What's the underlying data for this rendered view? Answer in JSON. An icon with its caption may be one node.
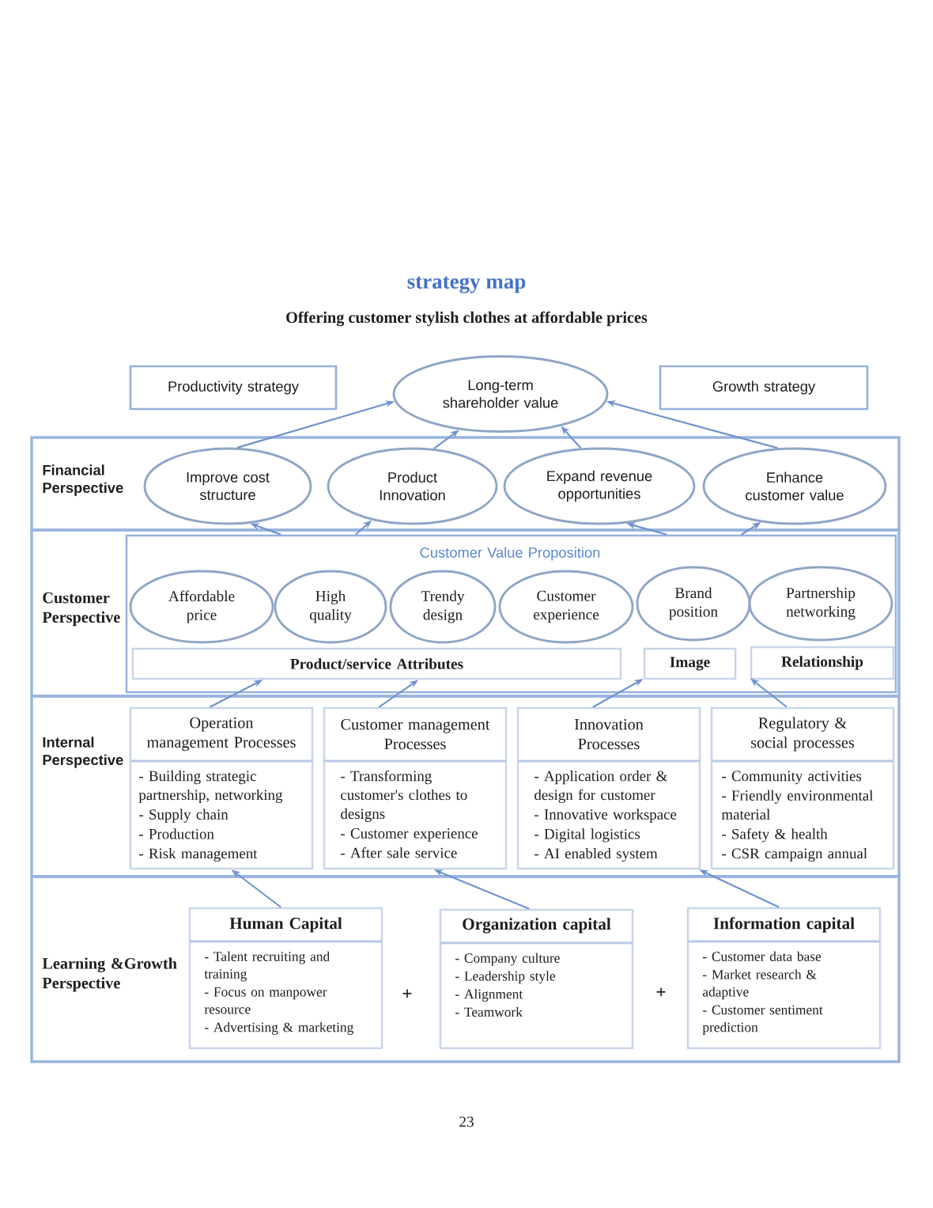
{
  "diagram": {
    "title": "strategy map",
    "nodes": [
      {
        "text": [
          "Productivity strategy"
        ]
      },
      {
        "text": [
          "Long-term shareholder value"
        ]
      },
      {
        "text": [
          "Growth strategy"
        ]
      },
      {
        "text": [
          "Financial Perspective"
        ]
      },
      {
        "text": [
          "Improve cost structure"
        ],
        "in": 3
      },
      {
        "text": [
          "Product Innovation"
        ],
        "in": 3
      },
      {
        "text": [
          "Expand revenue opportunities"
        ],
        "in": 3
      },
      {
        "text": [
          "Enhance customer value"
        ],
        "in": 3
      },
      {
        "text": [
          "Customer Perspective"
        ]
      },
      {
        "text": [
          "Customer Value Proposition"
        ],
        "in": 8
      },
      {
        "text": [
          "Affordable price"
        ],
        "in": 9
      },
      {
        "text": [
          "High quality"
        ],
        "in": 9
      },
      {
        "text": [
          "Trendy design"
        ],
        "in": 9
      },
      {
        "text": [
          "Customer experience"
        ],
        "in": 9
      },
      {
        "text": [
          "Brand position"
        ],
        "in": 9
      },
      {
        "text": [
          "Partnership networking"
        ],
        "in": 9
      },
      {
        "text": [
          "Product/service Attributes"
        ],
        "in": 9
      },
      {
        "text": [
          "Image"
        ],
        "in": 9
      },
      {
        "text": [
          "Relationship"
        ],
        "in": 9
      },
      {
        "text": [
          "Internal Perspective"
        ]
      },
      {
        "text": [
          "Operation management Processes",
          "- Building strategic partnership, networking",
          "- Supply chain",
          "- Production",
          "- Risk management"
        ],
        "in": 19
      },
      {
        "text": [
          "Customer management Processes",
          "- Transforming customer's clothes to designs",
          "- Customer experience",
          "- After sale service"
        ],
        "in": 19
      },
      {
        "text": [
          "Innovation Processes",
          "- Application order & design for customer",
          "- Innovative workspace",
          "- Digital logistics",
          "- AI enabled system"
        ],
        "in": 19
      },
      {
        "text": [
          "Regulatory & social processes",
          "- Community activities",
          "- Friendly environmental material",
          "- Safety & health",
          "- CSR campaign annual"
        ],
        "in": 19
      },
      {
        "text": [
          "Learning &Growth Perspective"
        ]
      },
      {
        "text": [
          "Human Capital",
          "- Talent recruiting and training",
          "- Focus on manpower resource",
          "- Advertising & marketing"
        ],
        "in": 24
      },
      {
        "text": [
          "Organization capital",
          "- Company culture",
          "- Leadership style",
          "- Alignment",
          "- Teamwork"
        ],
        "in": 24
      },
      {
        "text": [
          "Information capital",
          "- Customer data base",
          "- Market research & adaptive",
          "- Customer sentiment prediction"
        ],
        "in": 24
      }
    ],
    "edges": [
      {
        "from": 4,
        "to": 1,
        "arrow": "to"
      },
      {
        "from": 5,
        "to": 1,
        "arrow": "to"
      },
      {
        "from": 6,
        "to": 1,
        "arrow": "to"
      },
      {
        "from": 7,
        "to": 1,
        "arrow": "to"
      },
      {
        "from": 9,
        "to": 4,
        "arrow": "to"
      },
      {
        "from": 9,
        "to": 5,
        "arrow": "to"
      },
      {
        "from": 9,
        "to": 6,
        "arrow": "to"
      },
      {
        "from": 9,
        "to": 7,
        "arrow": "to"
      },
      {
        "from": 20,
        "to": 16,
        "arrow": "to"
      },
      {
        "from": 21,
        "to": 16,
        "arrow": "to"
      },
      {
        "from": 22,
        "to": 17,
        "arrow": "to"
      },
      {
        "from": 23,
        "to": 18,
        "arrow": "to"
      },
      {
        "from": 25,
        "to": 20,
        "arrow": "to"
      },
      {
        "from": 26,
        "to": 21,
        "arrow": "to"
      },
      {
        "from": 27,
        "to": 22,
        "arrow": "to"
      }
    ],
    "labels": [
      "Offering customer stylish clothes at affordable prices",
      "+",
      "+",
      "23"
    ]
  }
}
